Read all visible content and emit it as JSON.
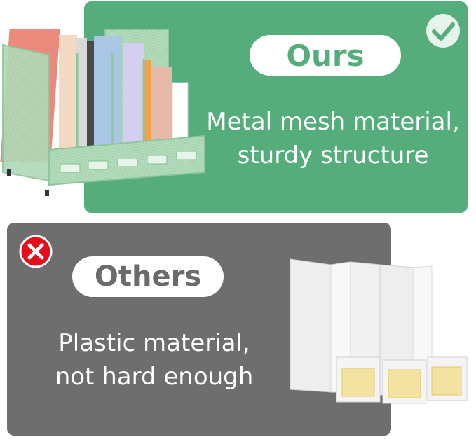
{
  "ours": {
    "pill_label": "Ours",
    "caption_line1": "Metal mesh material,",
    "caption_line2": "sturdy structure",
    "badge_icon": "check-icon",
    "color": "#55ad7b"
  },
  "others": {
    "pill_label": "Others",
    "caption_line1": "Plastic material,",
    "caption_line2": "not hard enough",
    "badge_icon": "x-icon",
    "color": "#6e6e6e",
    "badge_color": "#e3101b"
  }
}
